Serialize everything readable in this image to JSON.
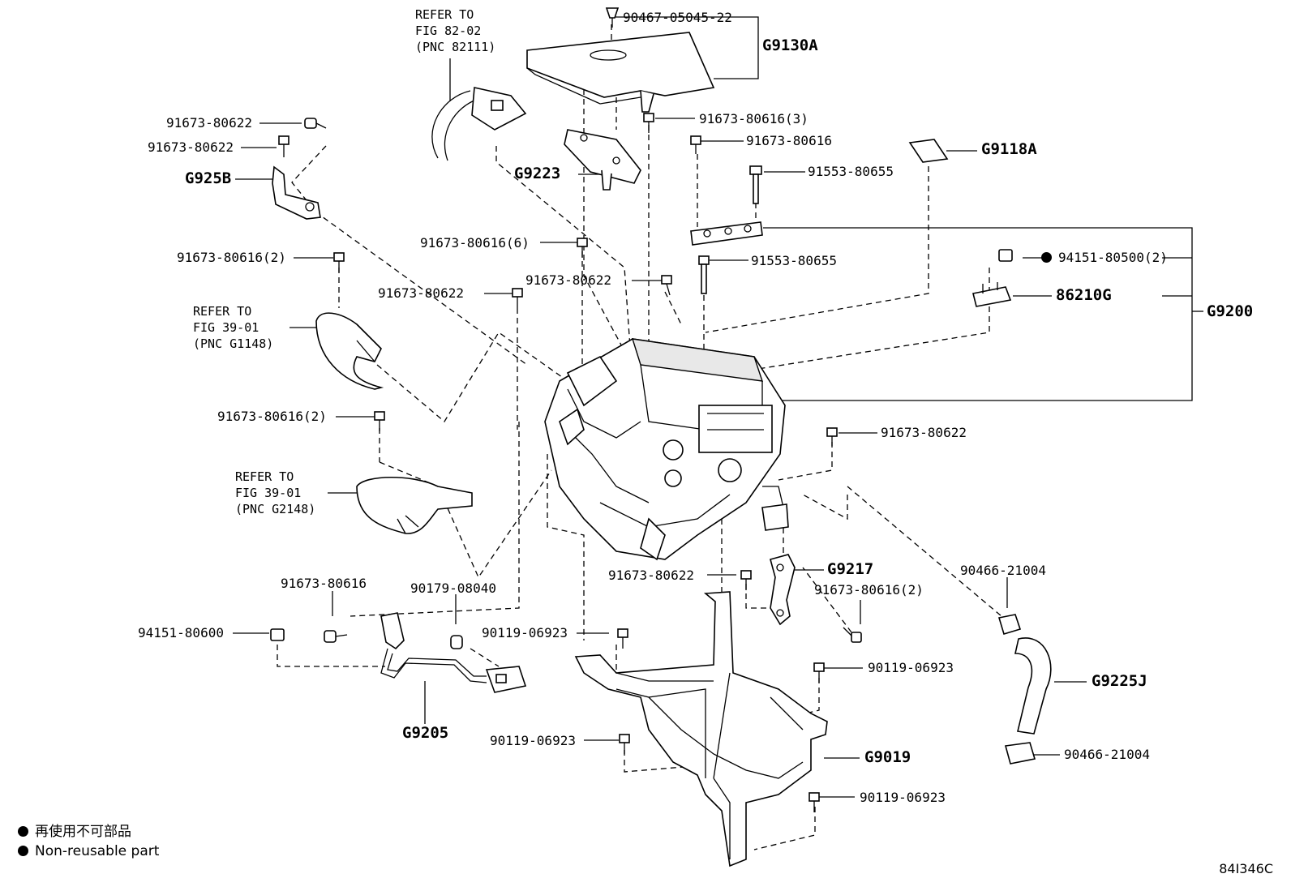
{
  "part_labels": {
    "p_90467": "90467-05045-22",
    "p_g9130a": "G9130A",
    "p_91673_80616_3": "91673-80616(3)",
    "p_91673_80616_a": "91673-80616",
    "p_g9118a": "G9118A",
    "p_91553_a": "91553-80655",
    "p_91553_b": "91553-80655",
    "p_94151_500": "94151-80500(2)",
    "p_86210g": "86210G",
    "p_g9200": "G9200",
    "p_91673_80622_tl": "91673-80622",
    "p_91673_80622_tl2": "91673-80622",
    "p_g925b": "G925B",
    "p_g9223": "G9223",
    "p_91673_80616_6": "91673-80616(6)",
    "p_91673_80622_mid": "91673-80622",
    "p_91673_80616_2a": "91673-80616(2)",
    "p_91673_80622_left": "91673-80622",
    "p_91673_80616_2b": "91673-80616(2)",
    "p_91673_80622_r": "91673-80622",
    "p_91673_80616_b": "91673-80616",
    "p_90179": "90179-08040",
    "p_94151_600": "94151-80600",
    "p_90119_a": "90119-06923",
    "p_91673_80622_low": "91673-80622",
    "p_g9217": "G9217",
    "p_91673_80616_2c": "91673-80616(2)",
    "p_90466_a": "90466-21004",
    "p_90119_b": "90119-06923",
    "p_g9225j": "G9225J",
    "p_g9205": "G9205",
    "p_90119_c": "90119-06923",
    "p_g9019": "G9019",
    "p_90466_b": "90466-21004",
    "p_90119_d": "90119-06923"
  },
  "refer_notes": {
    "fig82": "REFER TO\nFIG 82-02\n(PNC 82111)",
    "fig39a": "REFER TO\nFIG 39-01\n(PNC G1148)",
    "fig39b": "REFER TO\nFIG 39-01\n(PNC G2148)"
  },
  "legend": {
    "japanese": "再使用不可部品",
    "english": "Non-reusable part"
  },
  "figure_code": "84I346C"
}
